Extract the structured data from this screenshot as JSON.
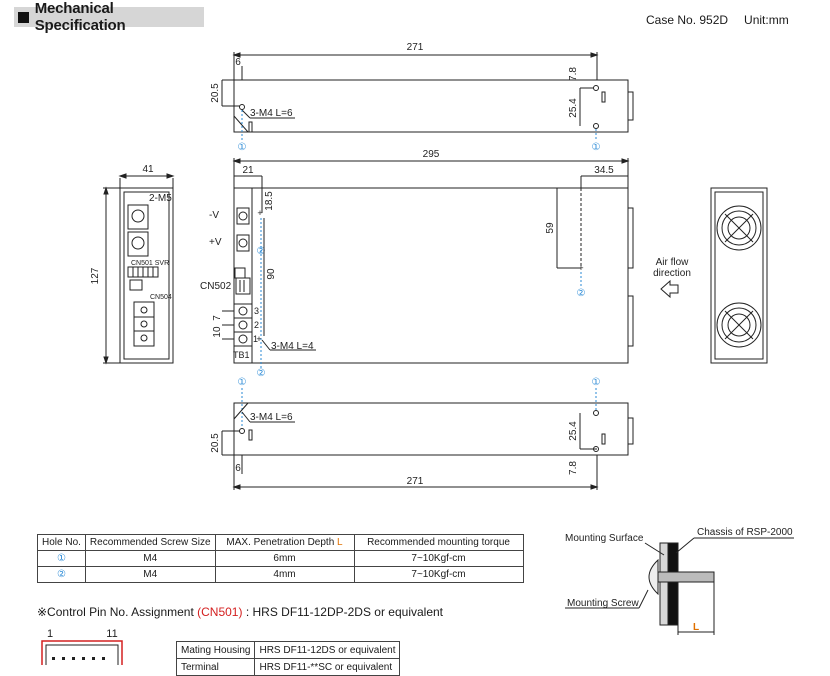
{
  "header": {
    "title": "Mechanical Specification",
    "case_no": "Case No. 952D",
    "unit": "Unit:mm"
  },
  "top_view": {
    "dim_length": "271",
    "dim_left_offset": "6",
    "dim_right_offset": "7.8",
    "dim_height": "20.5",
    "dim_spacing": "25.4",
    "screw_label": "3-M4  L=6",
    "hole_marker": "①"
  },
  "front_view": {
    "dim_length": "295",
    "dim_left": "21",
    "dim_right": "34.5",
    "dim_top": "18.5",
    "dim_vertical": "90",
    "dim_right_vertical": "59",
    "dim_pitch_a": "7",
    "dim_pitch_b": "10",
    "label_neg": "-V",
    "label_pos": "+V",
    "label_cn502": "CN502",
    "label_tb1": "TB1",
    "terminal_3": "3",
    "terminal_2": "2",
    "terminal_1": "1",
    "screw_label": "3-M4  L=4",
    "hole_marker_2": "②",
    "hole_marker_1": "①"
  },
  "side_view": {
    "dim_width": "41",
    "dim_height": "127",
    "screw_label": "2-M5",
    "label_cn501_svr": "CN501  SVR",
    "label_cn504": "CN504"
  },
  "airflow": {
    "line1": "Air flow",
    "line2": "direction"
  },
  "bottom_view": {
    "dim_length": "271",
    "dim_left_offset": "6",
    "dim_right_offset": "7.8",
    "dim_height": "20.5",
    "dim_spacing": "25.4",
    "screw_label": "3-M4  L=6"
  },
  "hole_table": {
    "headers": [
      "Hole No.",
      "Recommended Screw Size",
      "MAX. Penetration Depth L",
      "Recommended mounting torque"
    ],
    "rows": [
      {
        "hole": "①",
        "screw": "M4",
        "depth": "6mm",
        "torque": "7~10Kgf-cm"
      },
      {
        "hole": "②",
        "screw": "M4",
        "depth": "4mm",
        "torque": "7~10Kgf-cm"
      }
    ]
  },
  "mount_diagram": {
    "surface": "Mounting Surface",
    "chassis": "Chassis of RSP-2000",
    "screw": "Mounting Screw",
    "l_label": "L"
  },
  "pin_assignment": {
    "prefix": "※Control Pin No. Assignment ",
    "cn": "(CN501)",
    "suffix": " : HRS DF11-12DP-2DS or equivalent",
    "pin_1": "1",
    "pin_11": "11"
  },
  "connector_table": {
    "rows": [
      {
        "label": "Mating Housing",
        "value": "HRS DF11-12DS or equivalent"
      },
      {
        "label": "Terminal",
        "value": "HRS DF11-**SC or equivalent"
      }
    ]
  },
  "colors": {
    "marker_blue": "#2a8ad6",
    "highlight_orange": "#e07000",
    "highlight_red": "#d42020"
  }
}
